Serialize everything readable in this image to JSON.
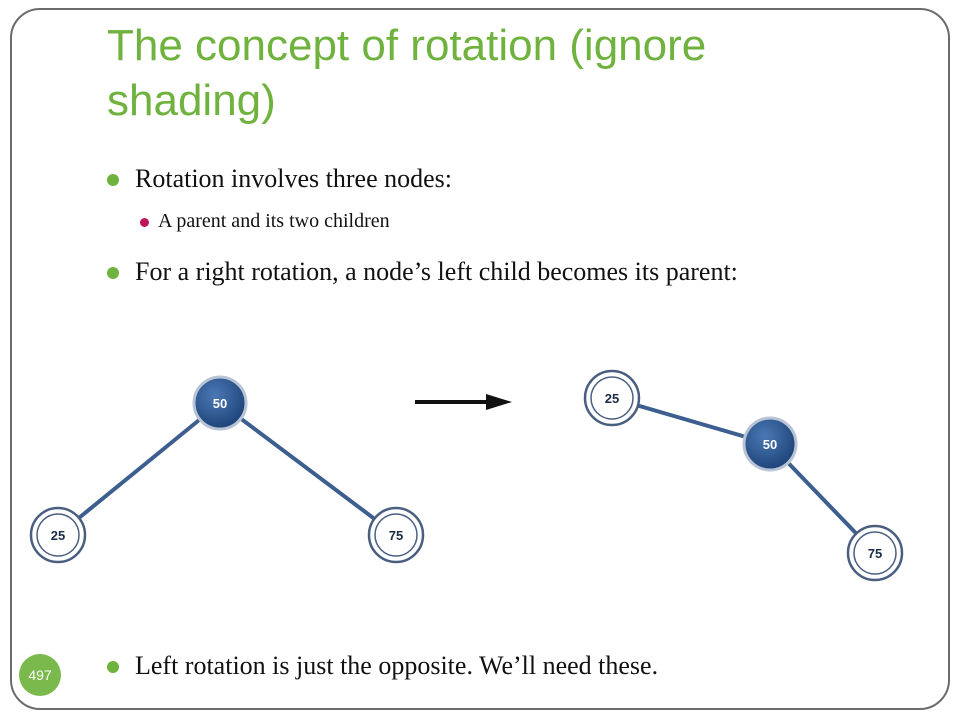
{
  "slide": {
    "title": "The concept of rotation (ignore shading)",
    "bullets": [
      {
        "text": "Rotation involves three nodes:",
        "level": 1
      },
      {
        "text": "A parent and its two children",
        "level": 2
      },
      {
        "text": "For a right rotation, a node’s left child becomes its parent:",
        "level": 1
      },
      {
        "text": "Left rotation is just the opposite.  We’ll need these.",
        "level": 1
      }
    ],
    "slide_number": "497"
  },
  "diagram": {
    "before": {
      "root": "50",
      "left": "25",
      "right": "75"
    },
    "after": {
      "root": "25",
      "middle": "50",
      "right": "75"
    }
  },
  "colors": {
    "title": "#6fb23e",
    "bullet_l1": "#6fb23e",
    "bullet_l2": "#c0145a",
    "node_dark": "#2e5a93",
    "edge": "#3d5f8f"
  }
}
